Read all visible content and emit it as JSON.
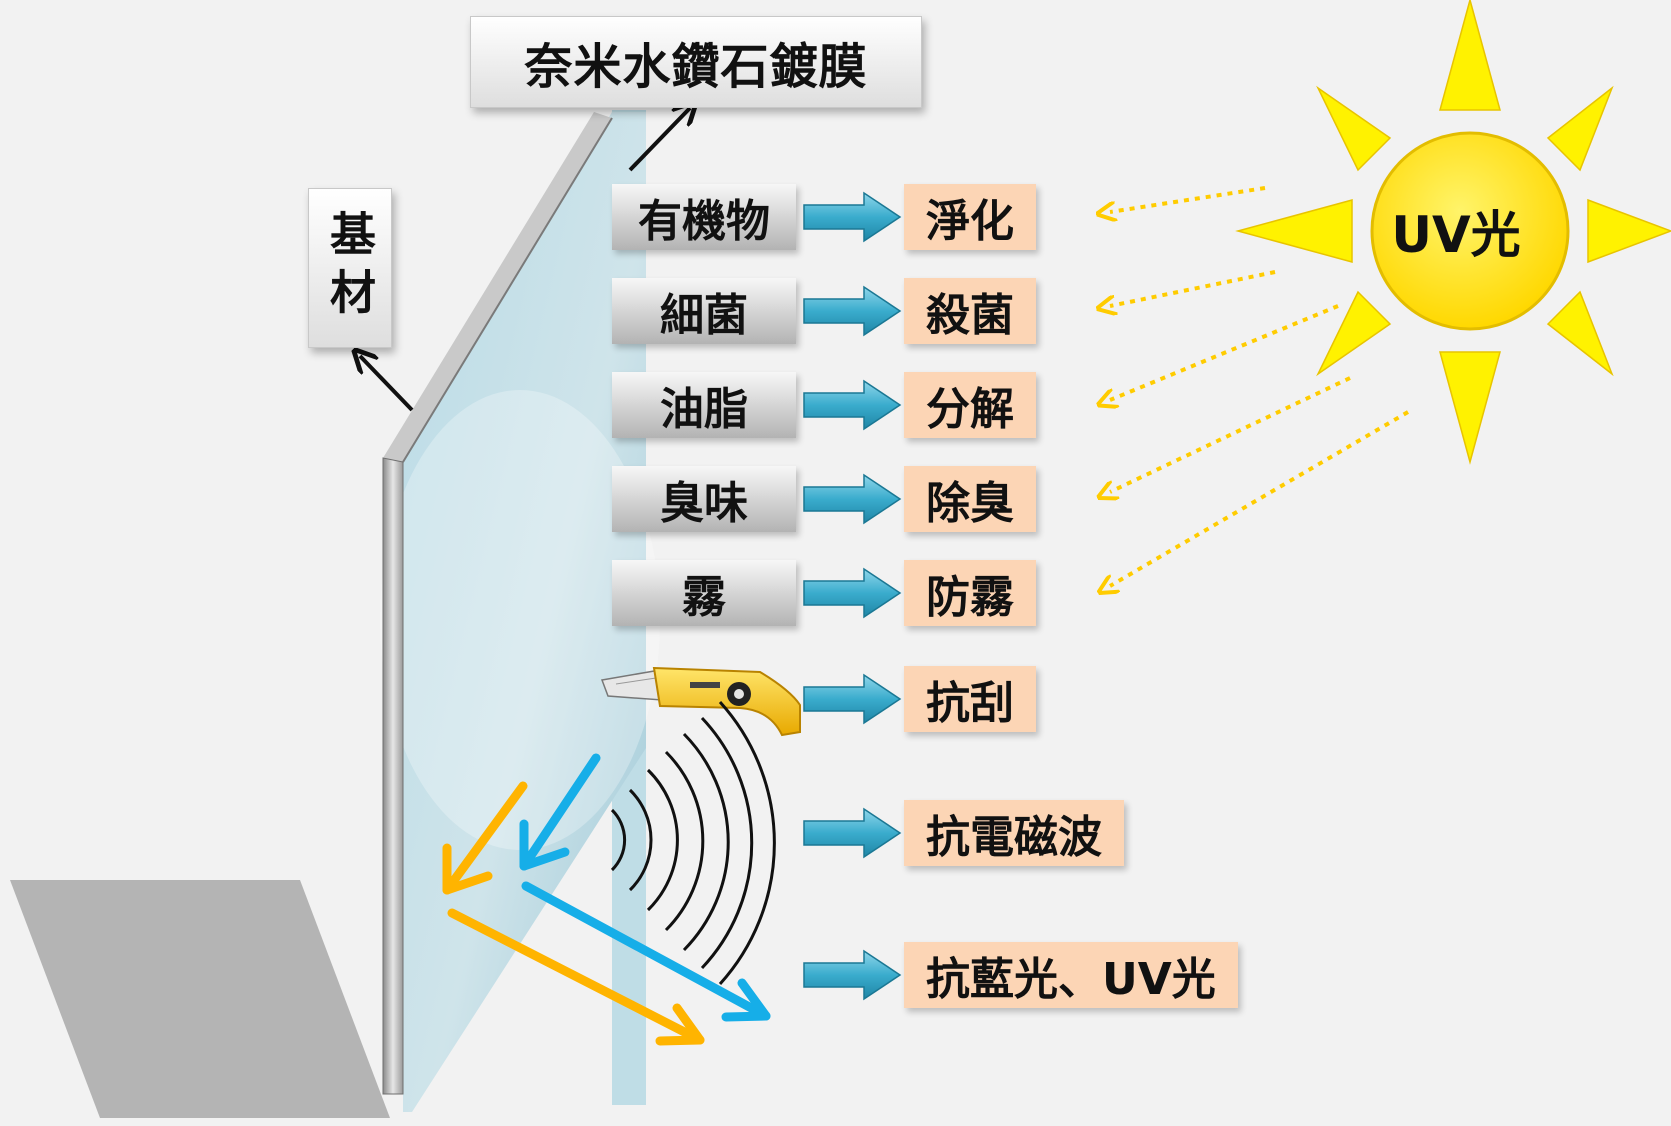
{
  "diagram": {
    "title": "奈米水鑽石鍍膜",
    "substrate_label": "基材",
    "light_source": "UV光",
    "rows": [
      {
        "input": "有機物",
        "effect": "淨化"
      },
      {
        "input": "細菌",
        "effect": "殺菌"
      },
      {
        "input": "油脂",
        "effect": "分解"
      },
      {
        "input": "臭味",
        "effect": "除臭"
      },
      {
        "input": "霧",
        "effect": "防霧"
      },
      {
        "input": "",
        "effect": "抗刮"
      },
      {
        "input": "",
        "effect": "抗電磁波"
      },
      {
        "input": "",
        "effect": "抗藍光、UV光"
      }
    ],
    "icons": [
      "utility-knife-icon",
      "electromagnetic-wave-icon",
      "sun-icon"
    ],
    "colors": {
      "sun_yellow": "#ffe000",
      "sun_ray": "#fff200",
      "arrow_teal": "#35a8c9",
      "glass": "#a9cfdc",
      "label_peach": "#fcd5b5",
      "light_orange": "#ffb400",
      "light_blue": "#16aee8"
    }
  }
}
